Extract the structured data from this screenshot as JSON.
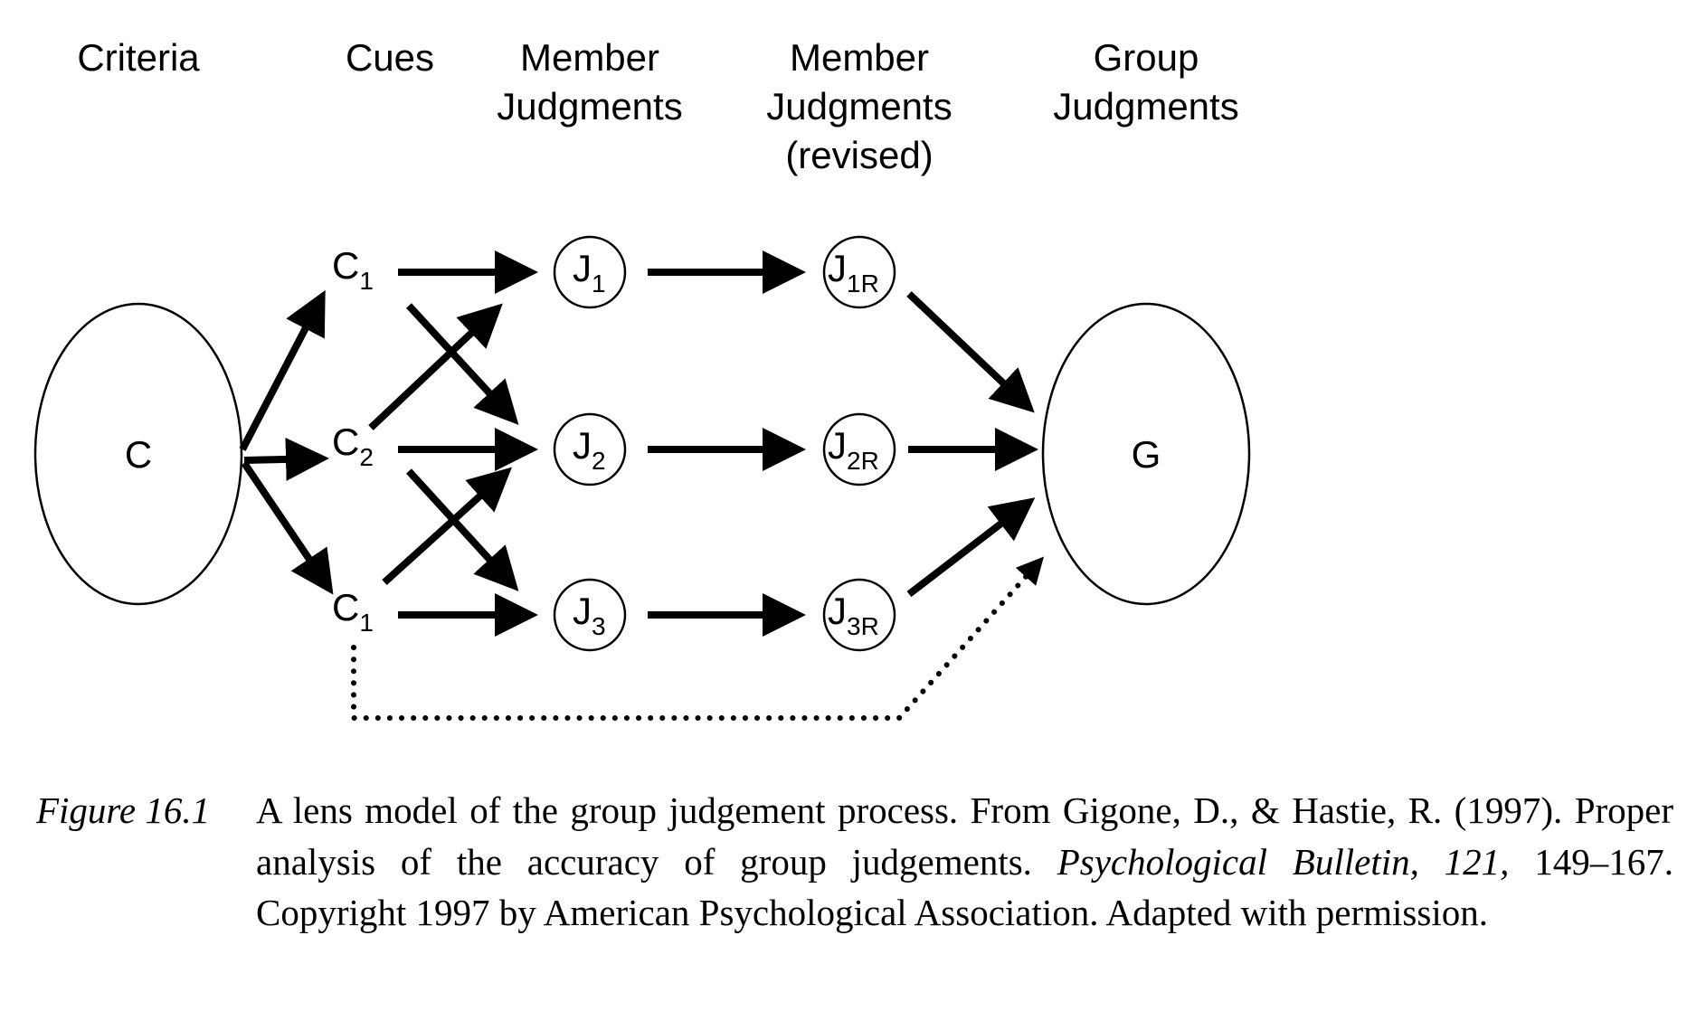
{
  "headers": {
    "criteria": [
      "Criteria"
    ],
    "cues": [
      "Cues"
    ],
    "member": [
      "Member",
      "Judgments"
    ],
    "member_revised": [
      "Member",
      "Judgments",
      "(revised)"
    ],
    "group": [
      "Group",
      "Judgments"
    ]
  },
  "nodes": {
    "criterion": "C",
    "group": "G",
    "cues": [
      {
        "base": "C",
        "sub": "1"
      },
      {
        "base": "C",
        "sub": "2"
      },
      {
        "base": "C",
        "sub": "1"
      }
    ],
    "judgments": [
      {
        "base": "J",
        "sub": "1"
      },
      {
        "base": "J",
        "sub": "2"
      },
      {
        "base": "J",
        "sub": "3"
      }
    ],
    "revised": [
      {
        "base": "J",
        "sub": "1R"
      },
      {
        "base": "J",
        "sub": "2R"
      },
      {
        "base": "J",
        "sub": "3R"
      }
    ]
  },
  "edges": [
    {
      "from": "C",
      "to": "C1",
      "style": "solid"
    },
    {
      "from": "C",
      "to": "C2",
      "style": "solid"
    },
    {
      "from": "C",
      "to": "C1b",
      "style": "solid"
    },
    {
      "from": "C1",
      "to": "J1",
      "style": "solid"
    },
    {
      "from": "C1",
      "to": "J2",
      "style": "solid"
    },
    {
      "from": "C2",
      "to": "J1",
      "style": "solid"
    },
    {
      "from": "C2",
      "to": "J2",
      "style": "solid"
    },
    {
      "from": "C2",
      "to": "J3",
      "style": "solid"
    },
    {
      "from": "C1b",
      "to": "J2",
      "style": "solid"
    },
    {
      "from": "C1b",
      "to": "J3",
      "style": "solid"
    },
    {
      "from": "J1",
      "to": "J1R",
      "style": "solid"
    },
    {
      "from": "J2",
      "to": "J2R",
      "style": "solid"
    },
    {
      "from": "J3",
      "to": "J3R",
      "style": "solid"
    },
    {
      "from": "J1R",
      "to": "G",
      "style": "solid"
    },
    {
      "from": "J2R",
      "to": "G",
      "style": "solid"
    },
    {
      "from": "J3R",
      "to": "G",
      "style": "solid"
    },
    {
      "from": "C1b",
      "to": "G",
      "style": "dotted"
    }
  ],
  "caption": {
    "label": "Figure 16.1",
    "text_1": "A lens model of the group judgement process. From Gigone, D., & Hastie, R. (1997). Proper analysis of the accuracy of group judgements. ",
    "journal": "Psychological Bulletin, 121,",
    "text_2": " 149–167. Copyright 1997 by American Psychological Association. Adapted with permission."
  }
}
